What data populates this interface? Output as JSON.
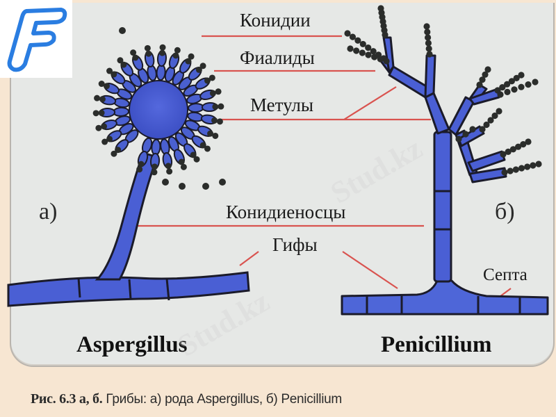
{
  "figure": {
    "logo_letter": "F",
    "panel_labels": {
      "a": "а)",
      "b": "б)"
    },
    "part_labels": {
      "conidia": "Конидии",
      "phialides": "Фиалиды",
      "metulae": "Метулы",
      "conidiophores": "Конидиеносцы",
      "hyphae": "Гифы",
      "septa": "Септа"
    },
    "genus_names": {
      "left": "Aspergillus",
      "right": "Penicillium"
    },
    "caption": {
      "prefix": "Рис. 6.3 а, б.",
      "text": " Грибы: а) рода Aspergillus, б) Penicillium"
    },
    "watermark": "Stud.kz",
    "colors": {
      "hypha_fill": "#4a5fd4",
      "outline": "#1b1b2a",
      "leader_line": "#d9534f",
      "panel_bg": "#e6e8e6",
      "caption_bg": "#f7e6d2",
      "logo_blue": "#2a7de1"
    }
  }
}
